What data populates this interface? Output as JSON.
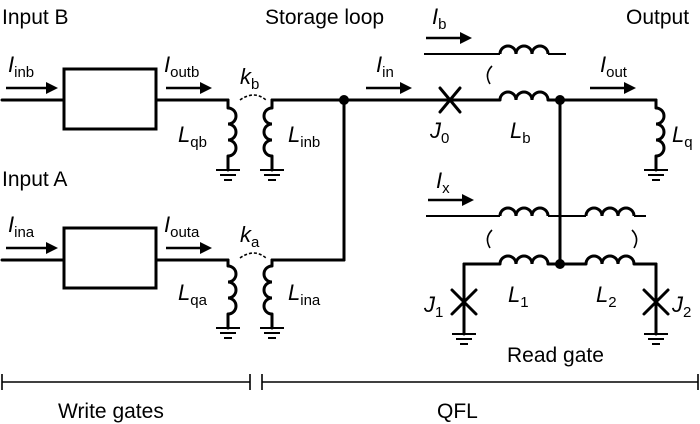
{
  "headers": {
    "input_b": "Input B",
    "input_a": "Input A",
    "storage_loop": "Storage loop",
    "output": "Output",
    "read_gate": "Read gate",
    "write_gates": "Write gates",
    "qfl": "QFL"
  },
  "currents": {
    "inb": {
      "main": "I",
      "sub": "inb"
    },
    "outb": {
      "main": "I",
      "sub": "outb"
    },
    "ina": {
      "main": "I",
      "sub": "ina"
    },
    "outa": {
      "main": "I",
      "sub": "outa"
    },
    "in": {
      "main": "I",
      "sub": "in"
    },
    "b": {
      "main": "I",
      "sub": "b"
    },
    "out": {
      "main": "I",
      "sub": "out"
    },
    "x": {
      "main": "I",
      "sub": "x"
    }
  },
  "components": {
    "Lqb": {
      "main": "L",
      "sub": "qb"
    },
    "Linb": {
      "main": "L",
      "sub": "inb"
    },
    "Lqa": {
      "main": "L",
      "sub": "qa"
    },
    "Lina": {
      "main": "L",
      "sub": "ina"
    },
    "kb": {
      "main": "k",
      "sub": "b"
    },
    "ka": {
      "main": "k",
      "sub": "a"
    },
    "J0": {
      "main": "J",
      "sub": "0"
    },
    "Lb": {
      "main": "L",
      "sub": "b"
    },
    "Lq": {
      "main": "L",
      "sub": "q"
    },
    "L1": {
      "main": "L",
      "sub": "1"
    },
    "L2": {
      "main": "L",
      "sub": "2"
    },
    "J1": {
      "main": "J",
      "sub": "1"
    },
    "J2": {
      "main": "J",
      "sub": "2"
    }
  }
}
